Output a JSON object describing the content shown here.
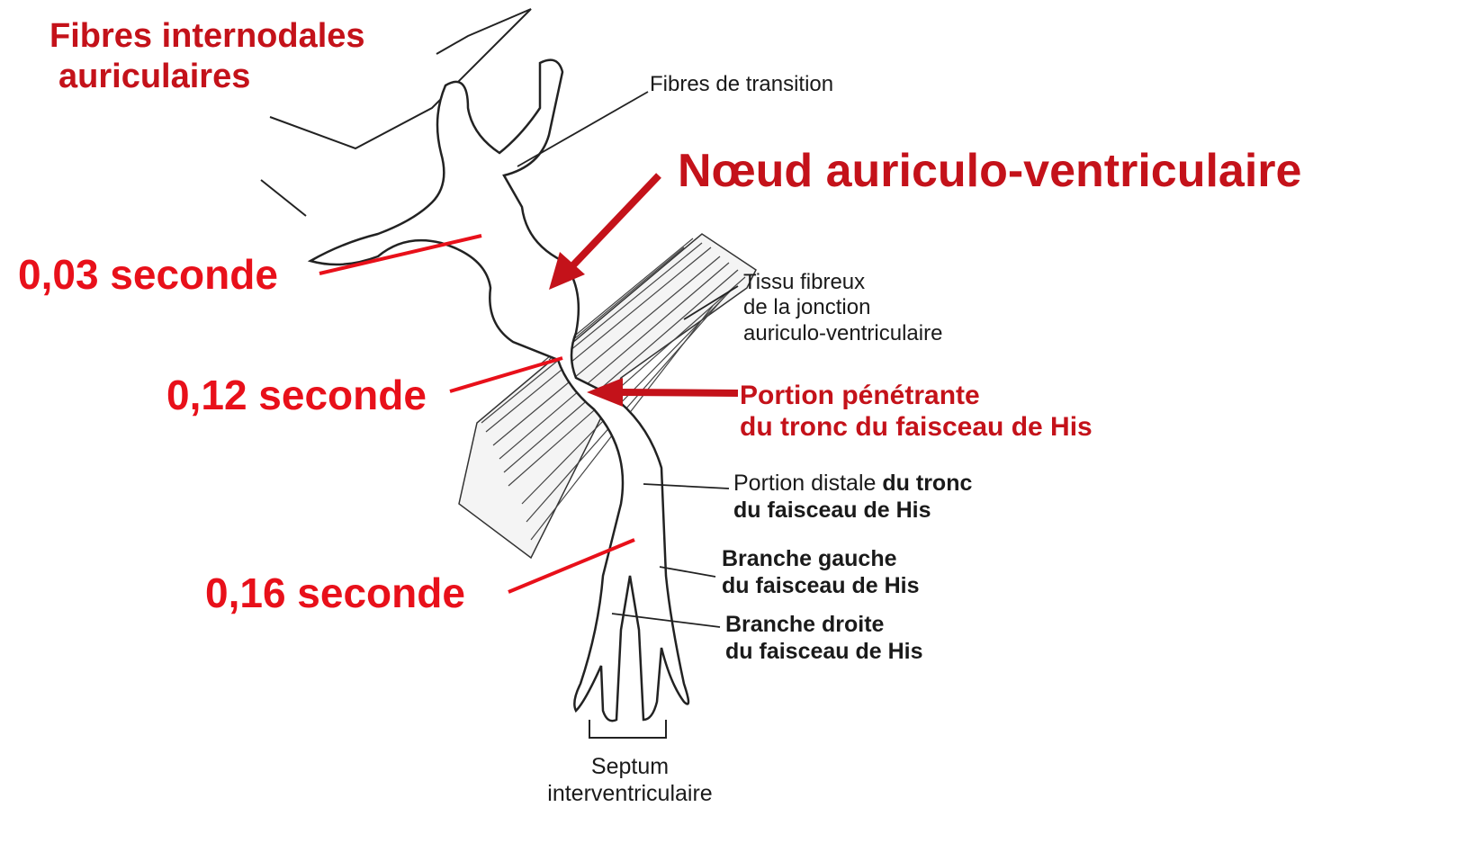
{
  "labels": {
    "fibres_internodales_l1": "Fibres internodales",
    "fibres_internodales_l2": "auriculaires",
    "fibres_transition": "Fibres de transition",
    "noeud": "Nœud auriculo-ventriculaire",
    "time_1": "0,03 seconde",
    "time_2": "0,12 seconde",
    "time_3": "0,16 seconde",
    "tissu_l1": "Tissu fibreux",
    "tissu_l2": "de la jonction",
    "tissu_l3": "auriculo-ventriculaire",
    "portion_penetrante_l1": "Portion pénétrante",
    "portion_penetrante_l2": "du tronc du faisceau de His",
    "portion_distale_a": "Portion distale",
    "portion_distale_b": " du tronc",
    "portion_distale_l2": "du faisceau de His",
    "branche_gauche_l1": "Branche gauche",
    "branche_gauche_l2": "du faisceau de His",
    "branche_droite_l1": "Branche droite",
    "branche_droite_l2": "du faisceau de His",
    "septum_l1": "Septum",
    "septum_l2": "interventriculaire"
  },
  "colors": {
    "accent_red": "#c4121a",
    "time_red": "#e8101a",
    "ink": "#1a1a1a"
  }
}
